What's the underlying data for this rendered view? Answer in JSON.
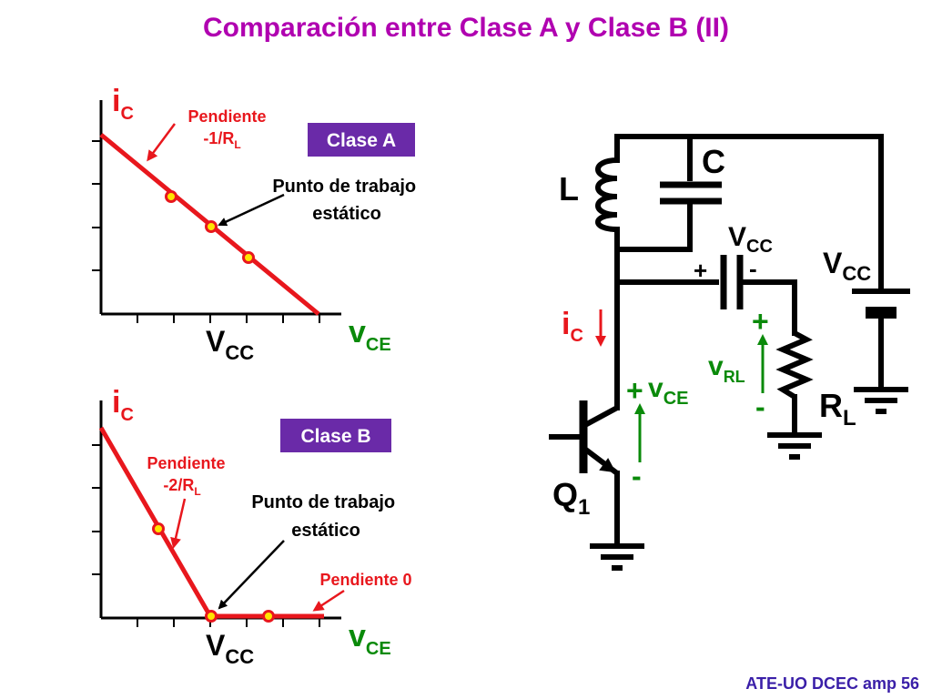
{
  "title": "Comparación entre Clase A y Clase B (II)",
  "footer": "ATE-UO DCEC amp 56",
  "colors": {
    "title": "#b000b0",
    "red": "#e8171d",
    "green": "#0a8a0a",
    "box": "#6a2aa8",
    "footer": "#3a1fa8",
    "black": "#000000"
  },
  "graph_a": {
    "y_label": "i",
    "y_sub": "C",
    "x_label": "v",
    "x_sub": "CE",
    "vcc_label": "V",
    "vcc_sub": "CC",
    "badge": "Clase A",
    "slope_line1": "Pendiente",
    "slope_line2": "-1/R",
    "slope_sub": "L",
    "qpoint_line1": "Punto de trabajo",
    "qpoint_line2": "estático"
  },
  "graph_b": {
    "y_label": "i",
    "y_sub": "C",
    "x_label": "v",
    "x_sub": "CE",
    "vcc_label": "V",
    "vcc_sub": "CC",
    "badge": "Clase B",
    "slope_line1": "Pendiente",
    "slope_line2": "-2/R",
    "slope_sub": "L",
    "qpoint_line1": "Punto de trabajo",
    "qpoint_line2": "estático",
    "slope0": "Pendiente 0"
  },
  "circuit": {
    "inductor": "L",
    "capacitor": "C",
    "cap_vcc": "V",
    "cap_vcc_sub": "CC",
    "cap_plus": "+",
    "cap_minus": "-",
    "supply": "V",
    "supply_sub": "CC",
    "ic": "i",
    "ic_sub": "C",
    "vce": "v",
    "vce_sub": "CE",
    "vce_plus": "+",
    "vce_minus": "-",
    "vrl": "v",
    "vrl_sub": "RL",
    "vrl_plus": "+",
    "vrl_minus": "-",
    "load": "R",
    "load_sub": "L",
    "transistor": "Q",
    "transistor_sub": "1"
  }
}
